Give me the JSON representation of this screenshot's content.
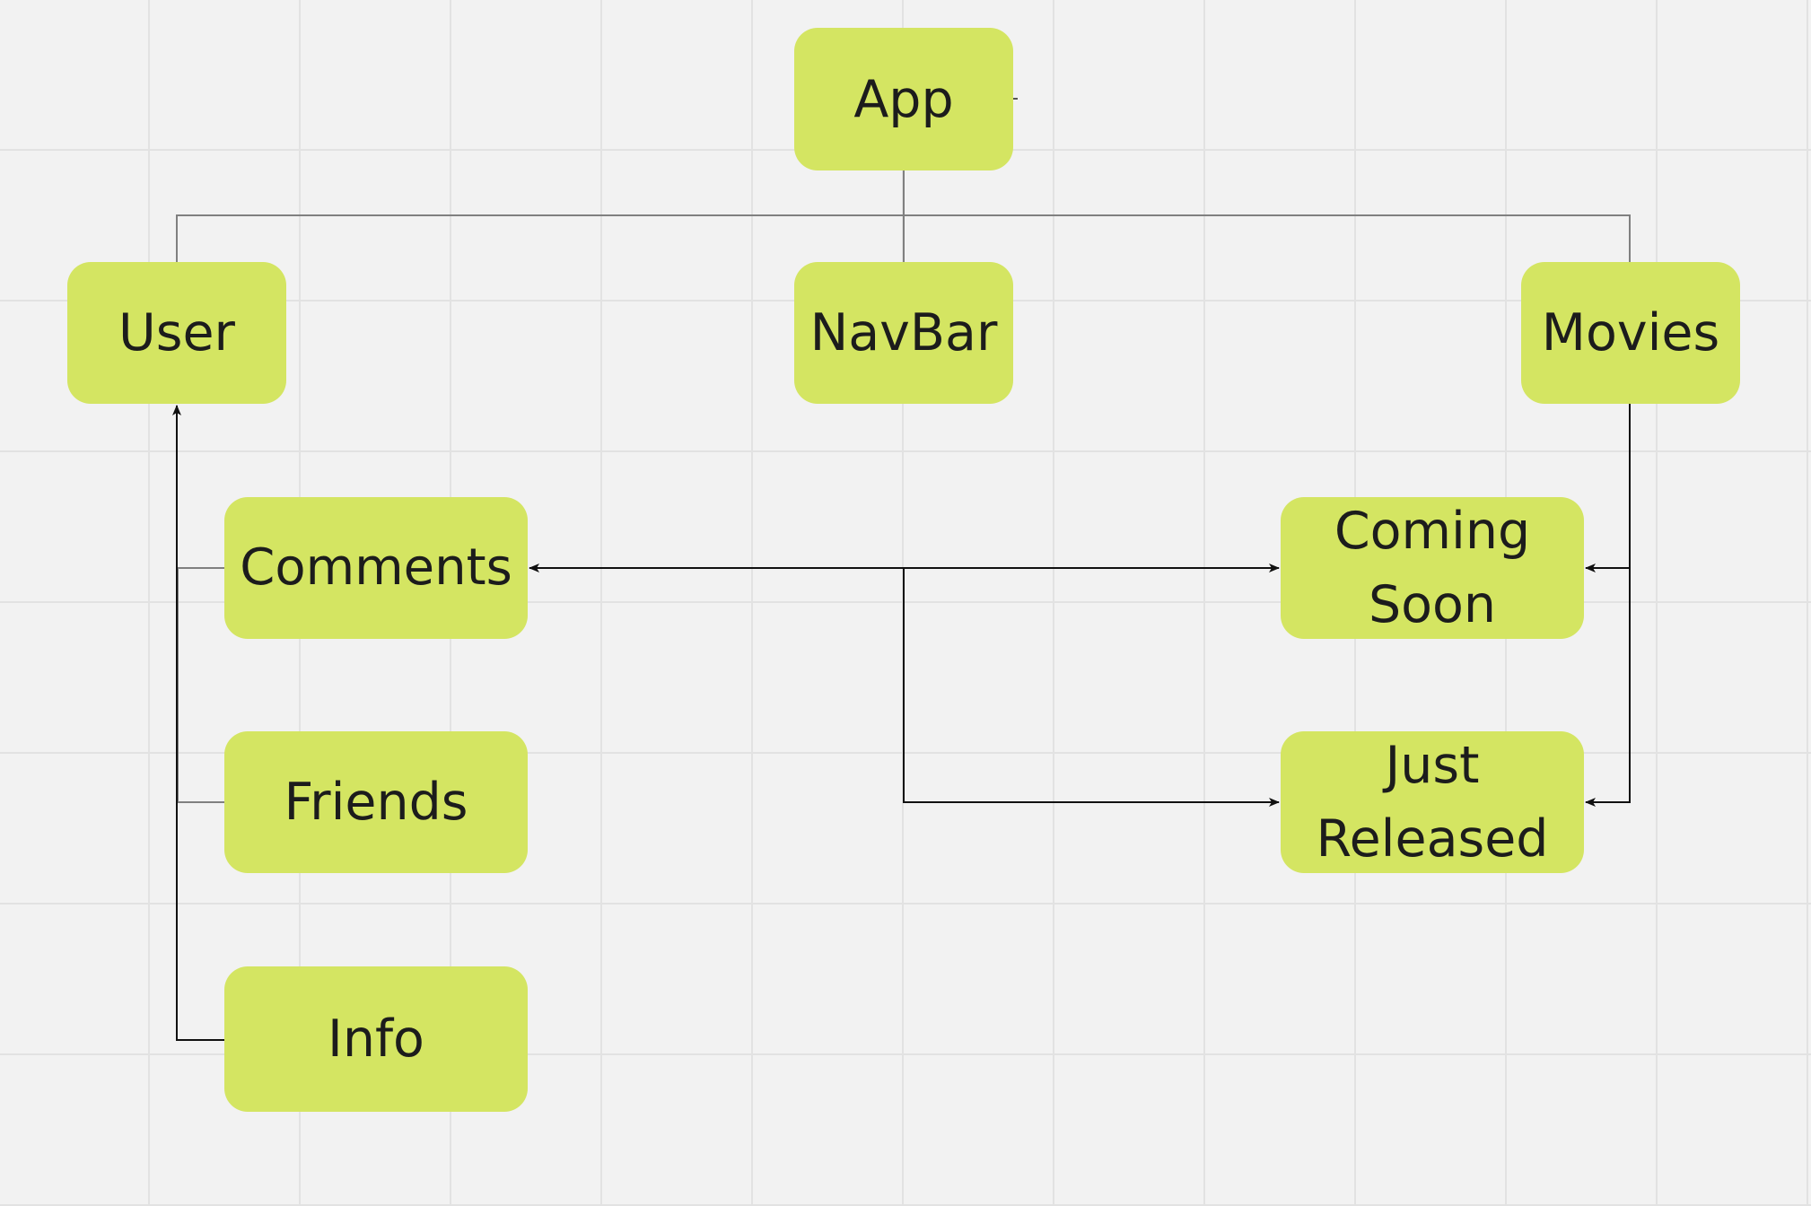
{
  "diagram": {
    "nodes": {
      "app": "App",
      "user": "User",
      "navbar": "NavBar",
      "movies": "Movies",
      "comments": "Comments",
      "friends": "Friends",
      "info": "Info",
      "coming_soon": "Coming\nSoon",
      "just_released": "Just\nReleased"
    },
    "colors": {
      "canvas_background": "#f2f2f2",
      "grid_line": "#e2e2e2",
      "node_fill": "#d4e562",
      "node_text": "#1c1c1c",
      "tree_line": "#808080",
      "arrow_line": "#111111"
    },
    "edges": [
      {
        "from": "app",
        "to": "user",
        "style": "plain"
      },
      {
        "from": "app",
        "to": "navbar",
        "style": "plain"
      },
      {
        "from": "app",
        "to": "movies",
        "style": "plain"
      },
      {
        "from": "comments",
        "to": "user",
        "style": "plain"
      },
      {
        "from": "friends",
        "to": "user",
        "style": "plain"
      },
      {
        "from": "info",
        "to": "user",
        "style": "arrow"
      },
      {
        "from": "movies",
        "to": "coming_soon",
        "style": "arrow"
      },
      {
        "from": "movies",
        "to": "just_released",
        "style": "arrow"
      },
      {
        "from": "comments",
        "to": "coming_soon",
        "style": "double-arrow"
      },
      {
        "from": "comments",
        "to": "just_released",
        "style": "arrow"
      }
    ]
  }
}
